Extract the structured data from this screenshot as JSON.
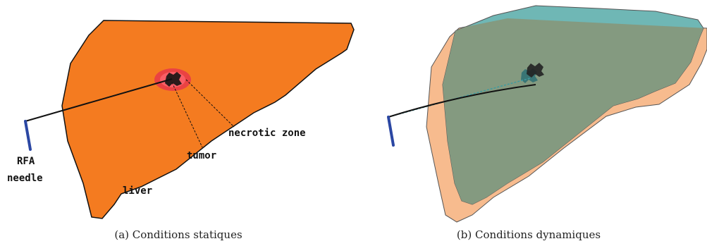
{
  "panel_a": {
    "caption": "(a) Conditions statiques",
    "labels": {
      "needle_line1": "RFA",
      "needle_line2": "needle",
      "tumor": "tumor",
      "necrotic_zone": "necrotic zone",
      "liver": "liver"
    }
  },
  "panel_b": {
    "caption": "(b) Conditions dynamiques"
  },
  "colors": {
    "liver_static": "#f47b20",
    "liver_initial": "#f7bb8e",
    "liver_deformed_teal": "#6fb7b5",
    "liver_overlap": "#849a80",
    "necrotic_zone": "#e8384a",
    "tumor": "#2b1b1b",
    "needle_handle": "#2b47a3",
    "needle_shaft": "#111111"
  }
}
